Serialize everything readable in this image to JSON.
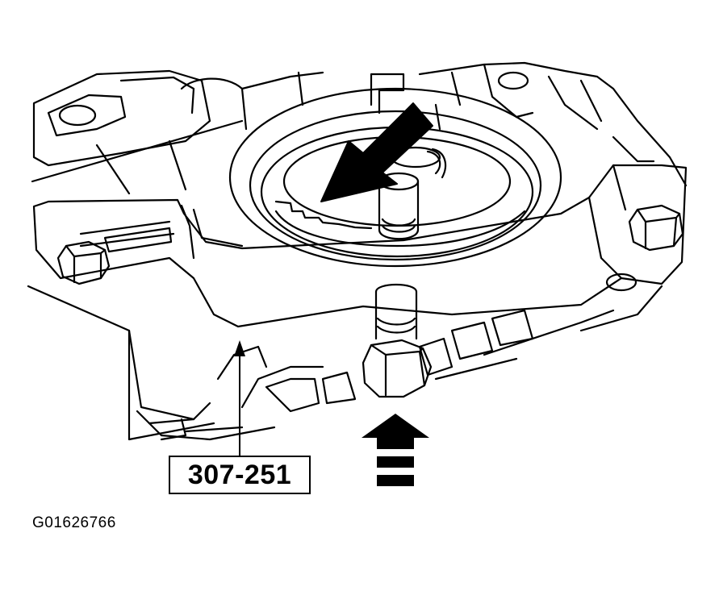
{
  "figure": {
    "tool_number": "307-251",
    "figure_id": "G01626766"
  },
  "colors": {
    "line": "#000000",
    "background": "#ffffff"
  },
  "icons": {
    "seal_arrow": "pointer-arrow",
    "push_arrow": "force-direction-arrow"
  }
}
